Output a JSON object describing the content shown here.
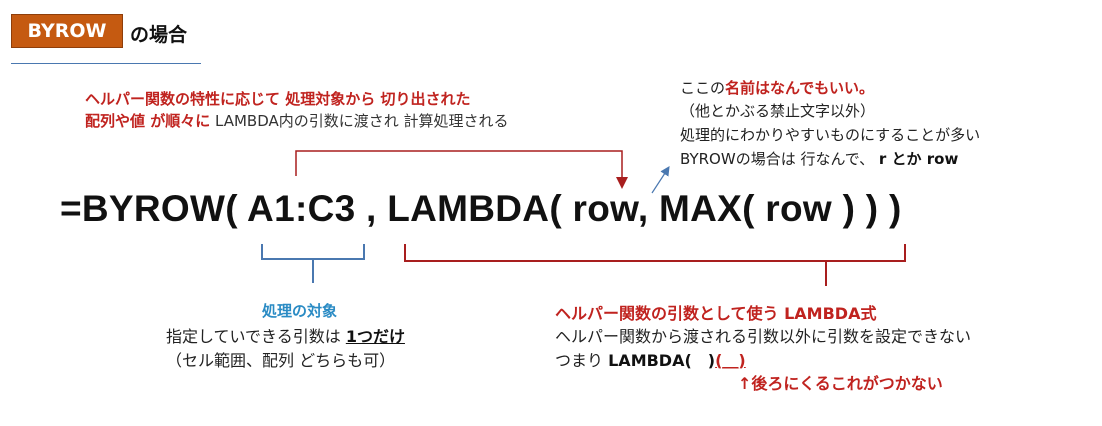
{
  "header": {
    "badge": "BYROW",
    "suffix": "の場合"
  },
  "annotation_top_left": {
    "line1": "ヘルパー関数の特性に応じて 処理対象から 切り出された",
    "line2_bold": "配列や値 が順々に",
    "line2_normal": "LAMBDA内の引数に渡され 計算処理される"
  },
  "annotation_top_right": {
    "line1_prefix": "ここの",
    "line1_bold": "名前はなんでもいい。",
    "line2": "（他とかぶる禁止文字以外）",
    "line3": "処理的にわかりやすいものにすることが多い",
    "line4_prefix": "BYROWの場合は 行なんで、",
    "line4_bold": "r とか row"
  },
  "formula": "=BYROW( A1:C3 , LAMBDA( row, MAX( row ) ) )",
  "annotation_bottom_left": {
    "title": "処理の対象",
    "line2_prefix": "指定していできる引数は ",
    "line2_underlined": "1つだけ",
    "line3": "（セル範囲、配列 どちらも可）"
  },
  "annotation_bottom_right": {
    "title": "ヘルパー関数の引数として使う LAMBDA式",
    "line2": "ヘルパー関数から渡される引数以外に引数を設定できない",
    "line3_prefix": "つまり",
    "line3_bold": "LAMBDA(　)",
    "line3_red": "(＿)",
    "line4": "↑後ろにくるこれがつかない"
  },
  "colors": {
    "badge": "#c55a11",
    "accent_red": "#c0231f",
    "bracket_red": "#a81e1e",
    "accent_blue": "#2a8bc4",
    "bracket_blue": "#4a78b0"
  }
}
